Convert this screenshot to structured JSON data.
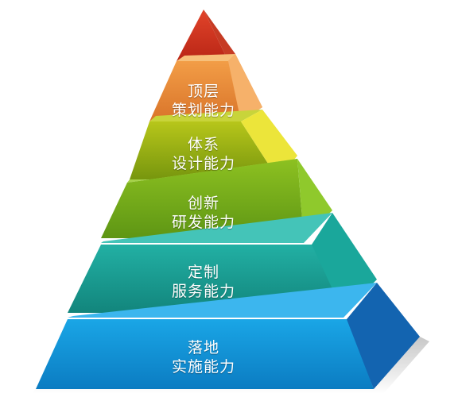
{
  "tiers": [
    {
      "line1": "顶层",
      "line2": "策划能力",
      "color_top": "#f5a24a",
      "color_bottom": "#d9742a",
      "side": "#f6b16a"
    },
    {
      "line1": "体系",
      "line2": "设计能力",
      "color_top": "#b7c61a",
      "color_bottom": "#77960e",
      "side": "#ece53a"
    },
    {
      "line1": "创新",
      "line2": "研发能力",
      "color_top": "#8dc121",
      "color_bottom": "#5e9614",
      "side": "#8fc92c"
    },
    {
      "line1": "定制",
      "line2": "服务能力",
      "color_top": "#22b0a4",
      "color_bottom": "#12857c",
      "side": "#1aa79b"
    },
    {
      "line1": "落地",
      "line2": "实施能力",
      "color_top": "#1aa6e6",
      "color_bottom": "#0b7cc2",
      "side": "#1364b0"
    }
  ],
  "apex": {
    "color_top": "#e2442a",
    "color_bottom": "#b92616",
    "side": "#c63b24"
  }
}
